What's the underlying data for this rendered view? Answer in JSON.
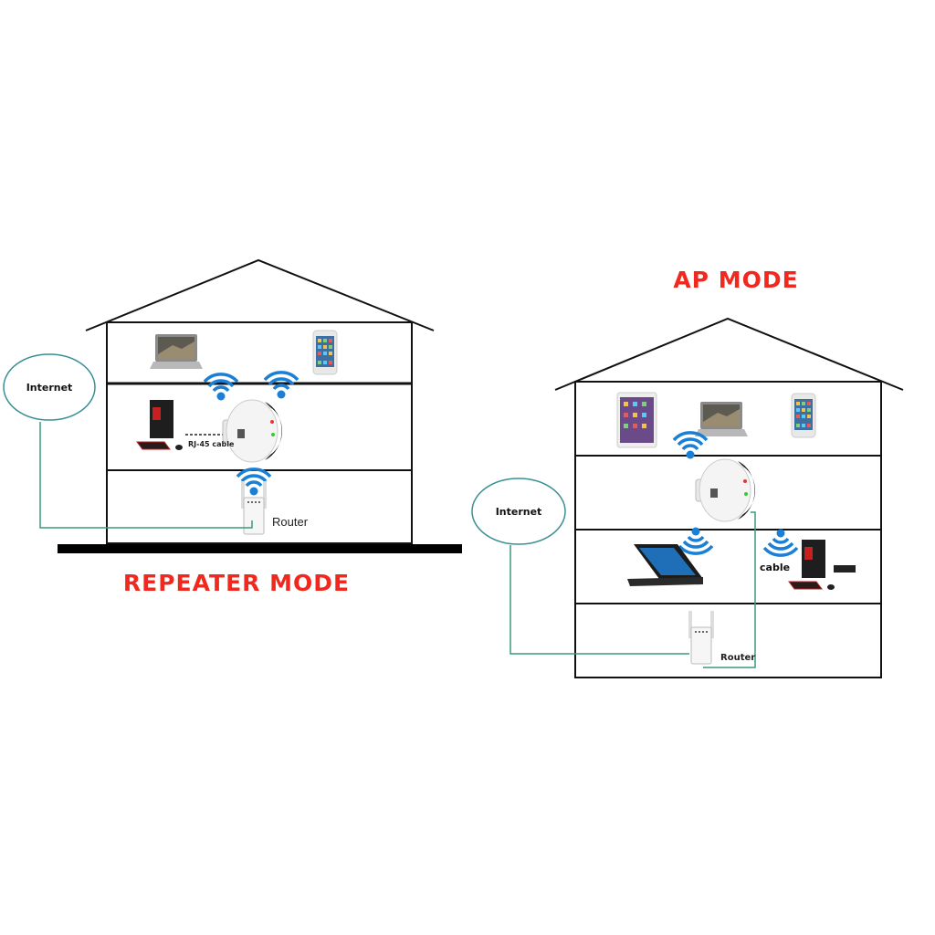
{
  "repeater": {
    "title": "REPEATER MODE",
    "internet_label": "Internet",
    "cable_label": "RJ-45 cable",
    "router_label": "Router"
  },
  "ap": {
    "title": "AP MODE",
    "internet_label": "Internet",
    "cable_label": "cable",
    "router_label": "Router"
  },
  "colors": {
    "title_red": "#f0281e",
    "link_green": "#3a9a7a",
    "wifi_blue": "#1a7fd6",
    "ellipse_teal": "#3a8f96"
  }
}
